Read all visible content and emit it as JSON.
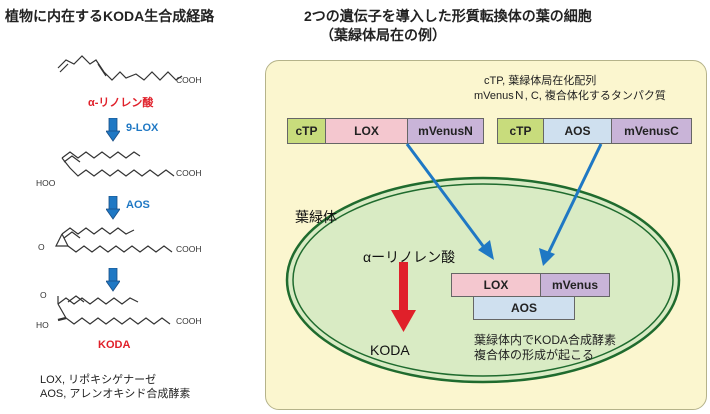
{
  "left": {
    "title": "植物に内在するKODA生合成経路",
    "compounds": [
      {
        "name": "α-リノレン酸",
        "group": "COOH"
      },
      {
        "name": "",
        "group": "COOH",
        "extra": "HOO"
      },
      {
        "name": "",
        "group": "COOH",
        "extra": "O"
      },
      {
        "name": "KODA",
        "group": "COOH",
        "extra_top": "O",
        "extra_bottom": "HO"
      }
    ],
    "enzymes": [
      "9-LOX",
      "AOS"
    ],
    "legend": [
      "LOX, リポキシゲナーゼ",
      "AOS, アレンオキシド合成酵素"
    ]
  },
  "right": {
    "title_line1": "2つの遺伝子を導入した形質転換体の葉の細胞",
    "title_line2": "（葉緑体局在の例）",
    "note_line1": "cTP, 葉緑体局在化配列",
    "note_line2": "mVenusＮ, C, 複合体化するタンパク質",
    "construct1": [
      "cTP",
      "LOX",
      "mVenusN"
    ],
    "construct2": [
      "cTP",
      "AOS",
      "mVenusC"
    ],
    "chloroplast_label": "葉緑体",
    "substrate": "αーリノレン酸",
    "product": "KODA",
    "complex": {
      "lox": "LOX",
      "mvenus": "mVenus",
      "aos": "AOS"
    },
    "complex_note_line1": "葉緑体内でKODA合成酵素",
    "complex_note_line2": "複合体の形成が起こる"
  },
  "colors": {
    "red": "#e0202a",
    "blue": "#1f78c4",
    "cell": "#fbf6cf",
    "chloroplast_fill": "#d9ebc4",
    "chloroplast_border": "#1f6b2e",
    "ctp": "#c8dc7c",
    "lox": "#f4c7cf",
    "aos": "#cfe0ef",
    "mvenus": "#c9b4d8"
  }
}
